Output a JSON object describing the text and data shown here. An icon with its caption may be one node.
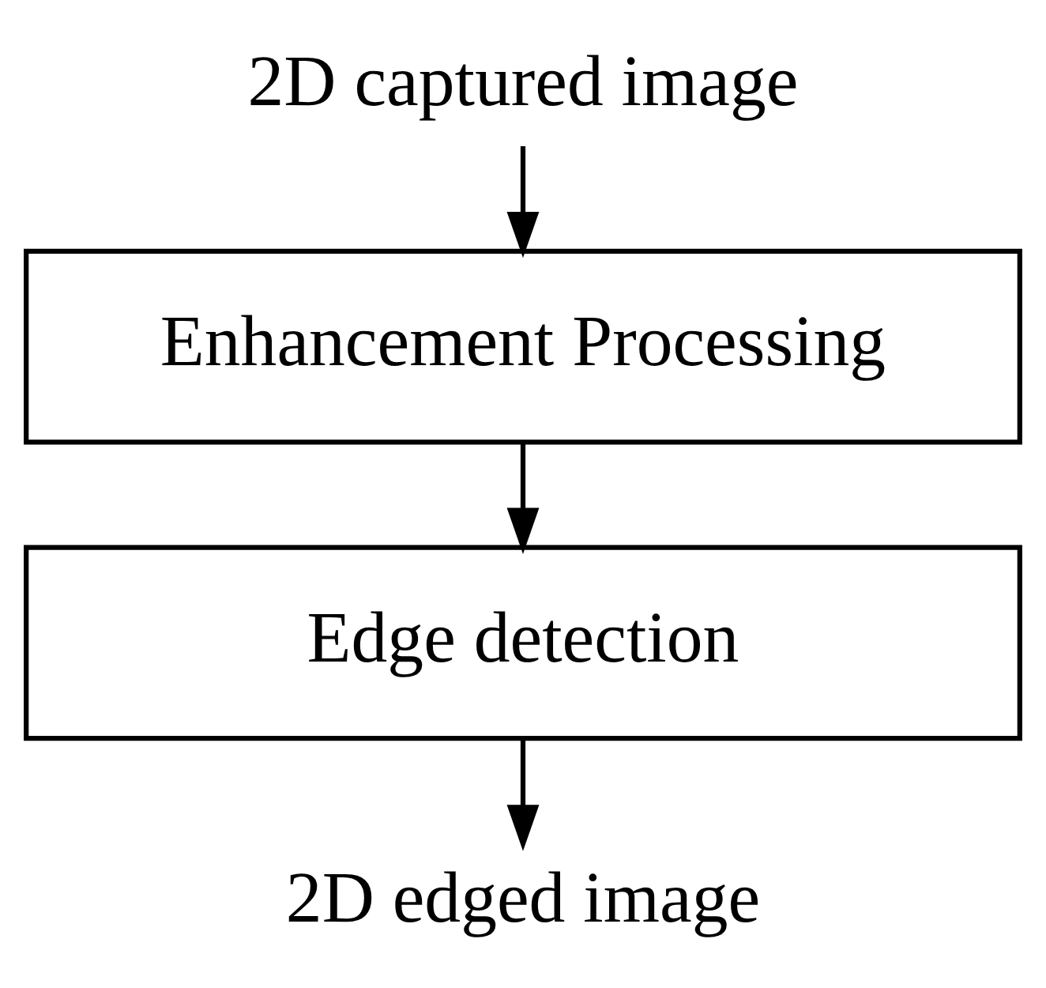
{
  "diagram": {
    "nodes": [
      {
        "text": [
          "2D captured image"
        ]
      },
      {
        "text": [
          "Enhancement Processing"
        ]
      },
      {
        "text": [
          "Edge detection"
        ]
      },
      {
        "text": [
          "2D edged image"
        ]
      }
    ],
    "edges": [
      {
        "from": 0,
        "to": 1,
        "arrow": "to"
      },
      {
        "from": 1,
        "to": 2,
        "arrow": "to"
      },
      {
        "from": 2,
        "to": 3,
        "arrow": "to"
      }
    ]
  }
}
